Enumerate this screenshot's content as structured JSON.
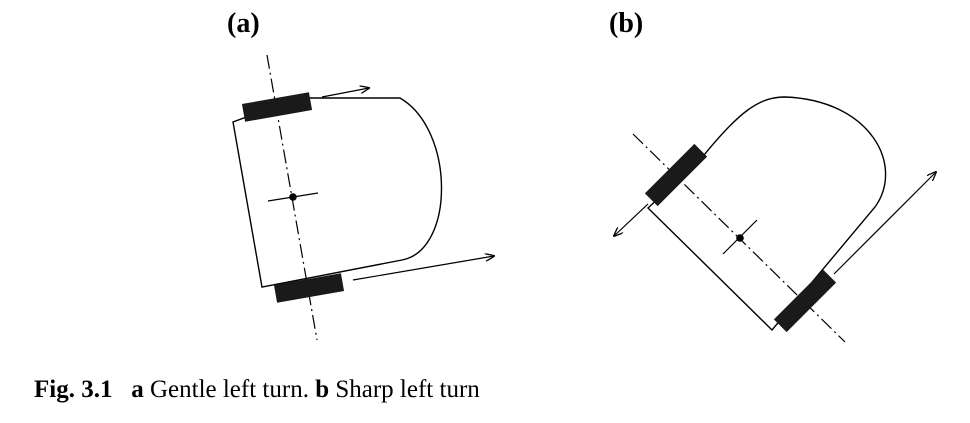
{
  "panels": [
    {
      "label": "(a)",
      "description": "Gentle left turn"
    },
    {
      "label": "(b)",
      "description": "Sharp left turn"
    }
  ],
  "caption": {
    "fig_label": "Fig. 3.1",
    "a_letter": "a",
    "a_text": "Gentle left turn.",
    "b_letter": "b",
    "b_text": "Sharp left turn"
  },
  "colors": {
    "stroke": "#000000",
    "wheel": "#1a1a1a",
    "background": "#ffffff"
  }
}
